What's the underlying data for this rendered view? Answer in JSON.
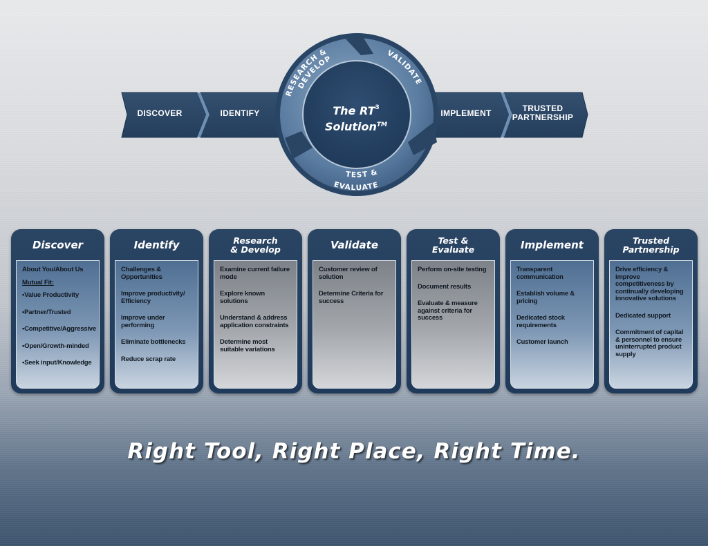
{
  "flow": {
    "discover": "DISCOVER",
    "identify": "IDENTIFY",
    "implement": "IMPLEMENT",
    "trusted": "TRUSTED\nPARTNERSHIP",
    "circle_title_line1": "The RT",
    "circle_title_sup": "3",
    "circle_title_line2": "Solution",
    "circle_title_tm": "TM",
    "research_line1": "RESEARCH &",
    "research_line2": "DEVELOP",
    "validate": "VALIDATE",
    "test_line1": "TEST &",
    "test_line2": "EVALUATE"
  },
  "colors": {
    "navy": "#2a4463",
    "flow_bar": "#2c4867",
    "circle_ring": "#5d7da0"
  },
  "cards": [
    {
      "title": "Discover",
      "items": [
        "About You/About Us",
        "Mutual Fit:",
        "Value Productivity",
        "Partner/Trusted",
        "Competitive/Aggressive",
        "Open/Growth-minded",
        "Seek input/Knowledge"
      ]
    },
    {
      "title": "Identify",
      "items": [
        "Challenges & Opportunities",
        "Improve productivity/ Efficiency",
        "Improve under performing",
        "Eliminate bottlenecks",
        "Reduce scrap rate"
      ]
    },
    {
      "title": "Research\n& Develop",
      "items": [
        "Examine current failure mode",
        "Explore known solutions",
        "Understand & address application constraints",
        "Determine most suitable variations"
      ]
    },
    {
      "title": "Validate",
      "items": [
        "Customer review of solution",
        "Determine Criteria for success"
      ]
    },
    {
      "title": "Test &\nEvaluate",
      "items": [
        "Perform on-site testing",
        "Document results",
        "Evaluate & measure against criteria for success"
      ]
    },
    {
      "title": "Implement",
      "items": [
        "Transparent communication",
        "Establish volume & pricing",
        "Dedicated stock requirements",
        "Customer launch"
      ]
    },
    {
      "title": "Trusted\nPartnership",
      "items": [
        "Drive efficiency & improve competitiveness by continually developing innovative solutions",
        "Dedicated support",
        "Commitment of capital & personnel to ensure uninterrupted product supply"
      ]
    }
  ],
  "slogan": "Right Tool, Right Place, Right Time."
}
